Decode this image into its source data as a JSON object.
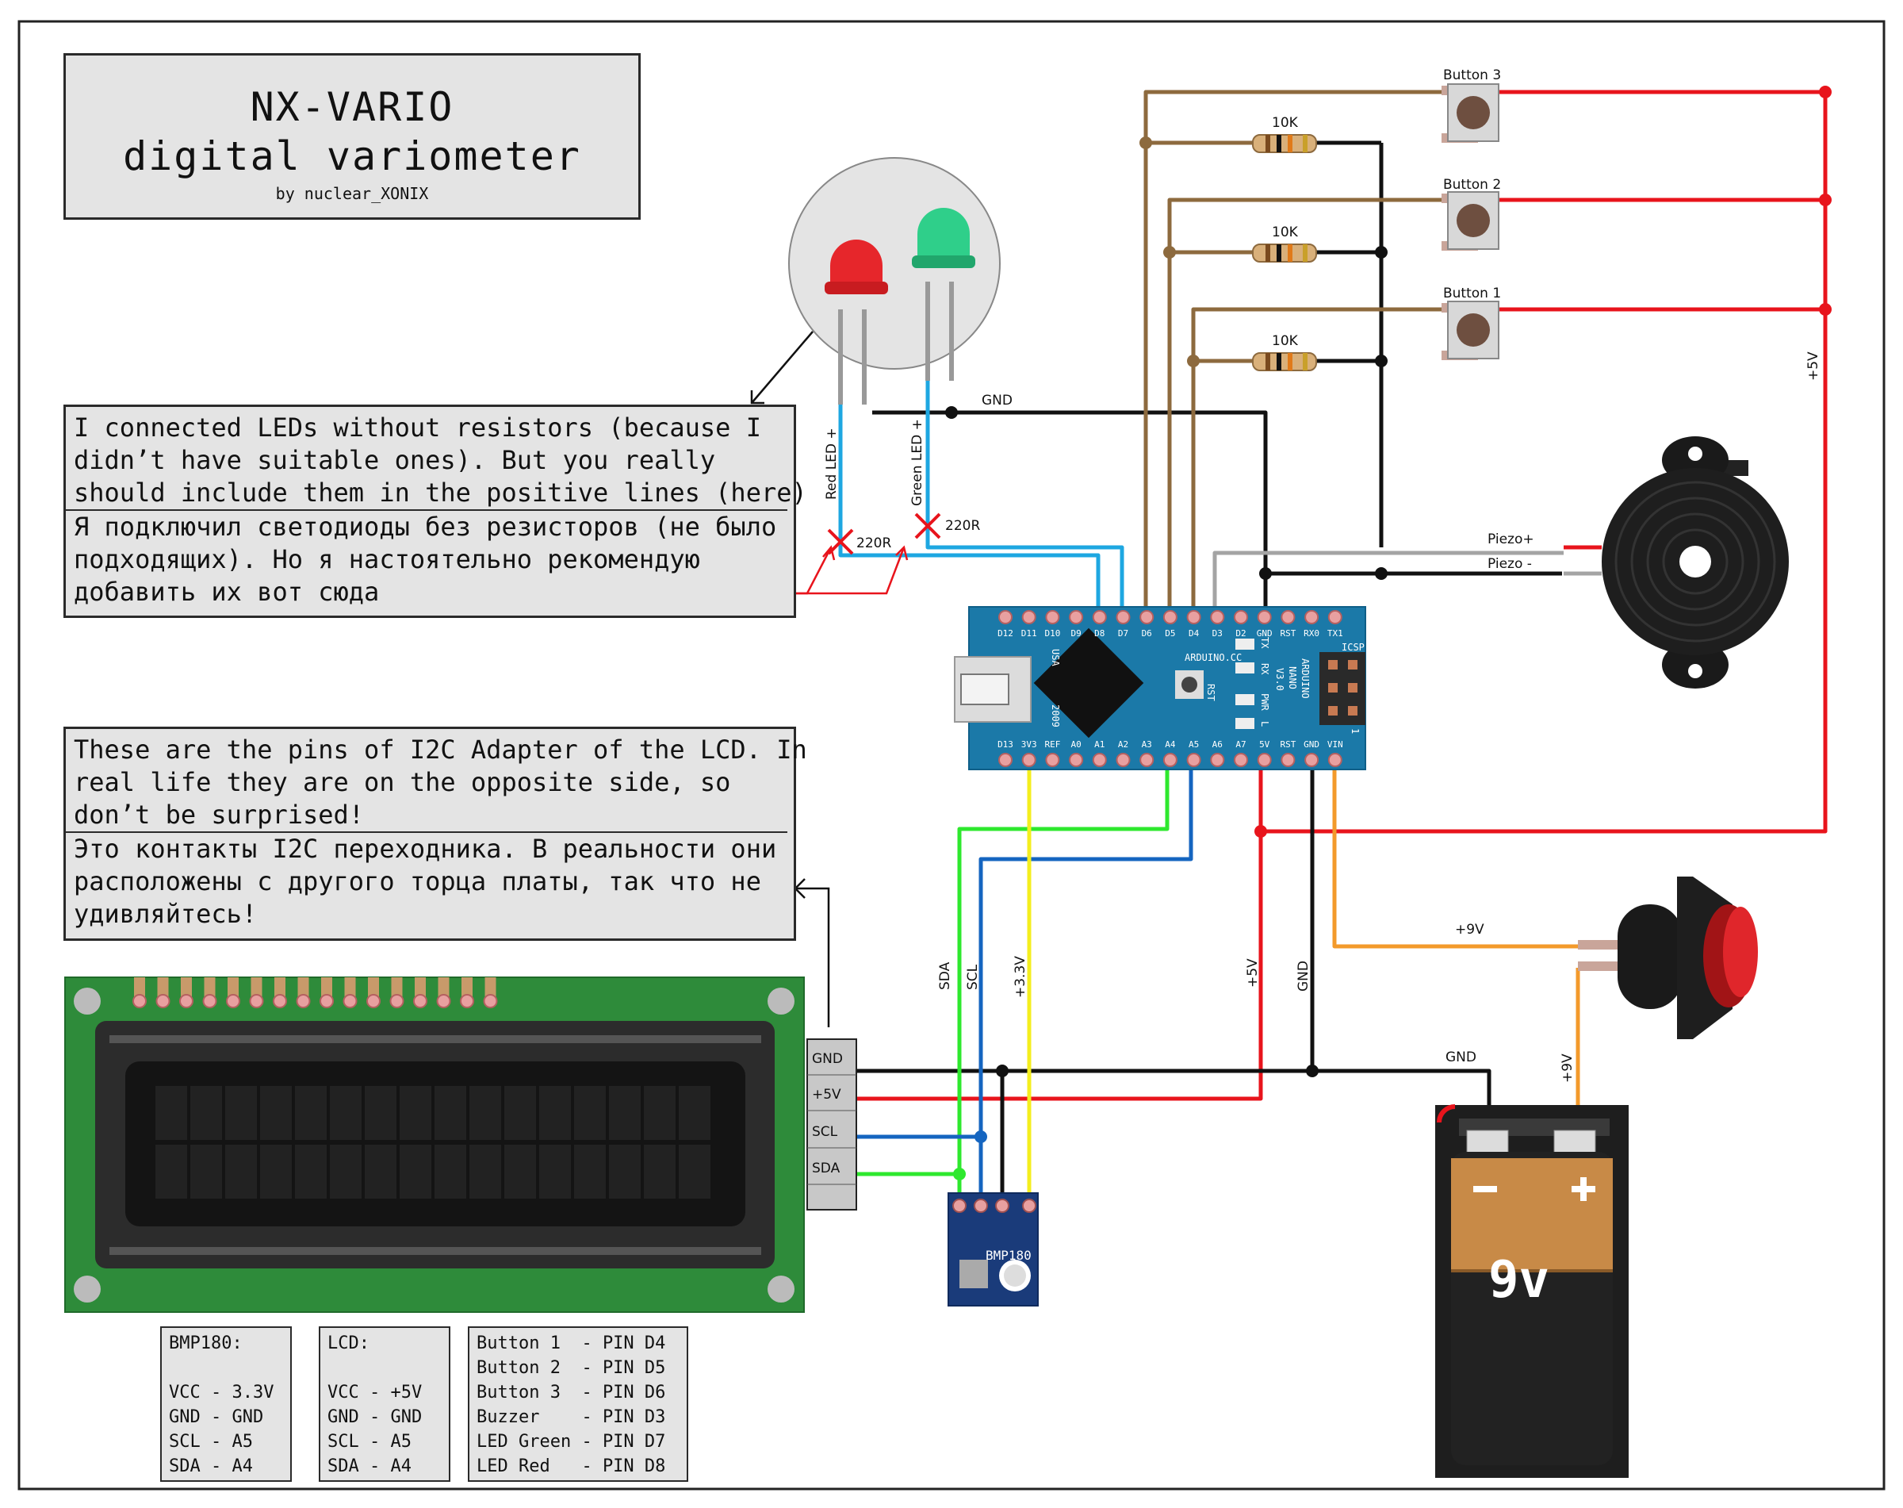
{
  "title": {
    "line1": "NX-VARIO",
    "line2": "digital variometer",
    "byline": "by nuclear_XONIX"
  },
  "notes": {
    "led": {
      "en_lines": [
        "I connected LEDs without resistors (because I",
        "didn’t have suitable ones). But you really",
        "should include them in the positive lines (here)"
      ],
      "ru_lines": [
        "Я подключил светодиоды без резисторов (не было",
        "подходящих). Но я настоятельно рекомендую",
        "добавить их вот сюда"
      ]
    },
    "i2c": {
      "en_lines": [
        "These are the pins of I2C Adapter of the LCD. In",
        "real life they are on the opposite side, so",
        "don’t be surprised!"
      ],
      "ru_lines": [
        "Это контакты I2C переходника. В реальности они",
        "расположены с другого торца платы, так что не",
        "удивляйтесь!"
      ]
    }
  },
  "legend": {
    "bmp180": [
      "BMP180:",
      "",
      "VCC - 3.3V",
      "GND - GND",
      "SCL - A5",
      "SDA - A4"
    ],
    "lcd": [
      "LCD:",
      "",
      "VCC - +5V",
      "GND - GND",
      "SCL - A5",
      "SDA - A4"
    ],
    "pins": [
      "Button 1  - PIN D4",
      "Button 2  - PIN D5",
      "Button 3  - PIN D6",
      "Buzzer    - PIN D3",
      "LED Green - PIN D7",
      "LED Red   - PIN D8"
    ]
  },
  "labels": {
    "button3": "Button 3",
    "button2": "Button 2",
    "button1": "Button 1",
    "r1": "10K",
    "r2": "10K",
    "r3": "10K",
    "gnd_top": "GND",
    "plus5v_right": "+5V",
    "red_led": "Red LED +",
    "green_led": "Green LED +",
    "r220_a": "220R",
    "r220_b": "220R",
    "piezo_plus": "Piezo+",
    "piezo_minus": "Piezo -",
    "sda": "SDA",
    "scl": "SCL",
    "v33": "+3.3V",
    "v5_mid": "+5V",
    "gnd_mid": "GND",
    "v9_a": "+9V",
    "v9_b": "+9V",
    "gnd_batt": "GND",
    "lcd_gnd": "GND",
    "lcd_5v": "+5V",
    "lcd_scl": "SCL",
    "lcd_sda": "SDA",
    "bmp_label": "BMP180",
    "battery": "9v",
    "minus": "−",
    "plus": "+"
  },
  "arduino": {
    "top_pins": [
      "D12",
      "D11",
      "D10",
      "D9",
      "D8",
      "D7",
      "D6",
      "D5",
      "D4",
      "D3",
      "D2",
      "GND",
      "RST",
      "RX0",
      "TX1"
    ],
    "bottom_pins": [
      "D13",
      "3V3",
      "REF",
      "A0",
      "A1",
      "A2",
      "A3",
      "A4",
      "A5",
      "A6",
      "A7",
      "5V",
      "RST",
      "GND",
      "VIN"
    ],
    "brand": "ARDUINO.CC",
    "model_lines": [
      "ARDUINO",
      "NANO",
      "V3.0"
    ],
    "usa": "USA",
    "year": "2009",
    "rst": "RST",
    "icsp": "ICSP",
    "tx": "TX",
    "rx": "RX",
    "pwr": "PWR",
    "l": "L",
    "one": "1"
  },
  "colors": {
    "red": "#e8141c",
    "black": "#111111",
    "brown": "#8d6a3e",
    "blue": "#1565c0",
    "cyan": "#1ea7e1",
    "green": "#2ee82e",
    "yellow": "#f4ee1e",
    "orange": "#f39a2b",
    "gray": "#a4a4a4",
    "board": "#1b79a8",
    "lcd_pcb": "#2e8b3a"
  }
}
